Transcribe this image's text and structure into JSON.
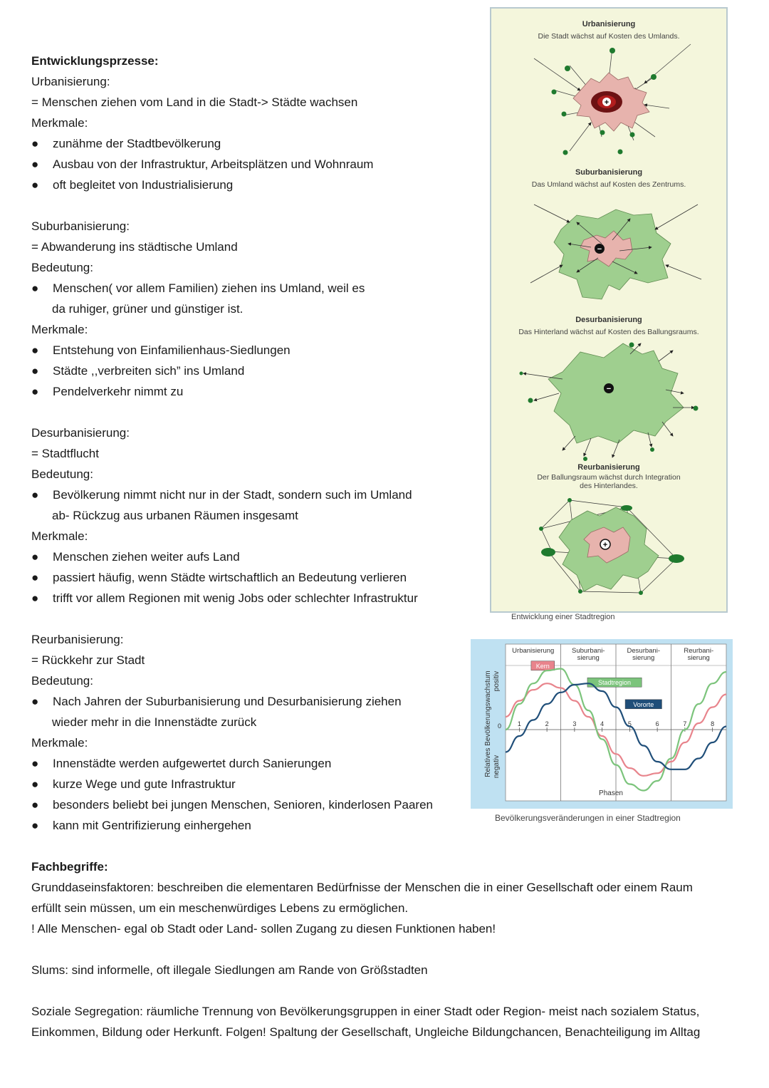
{
  "notes": {
    "heading": "Entwicklungsprzesse:",
    "urb": {
      "title": "Urbanisierung:",
      "definition": "= Menschen ziehen vom Land in die Stadt-> Städte wachsen",
      "merkmale_label": "Merkmale:",
      "merkmale": [
        "zunähme der Stadtbevölkerung",
        "Ausbau von der Infrastruktur, Arbeitsplätzen und Wohnraum",
        "oft begleitet von Industrialisierung"
      ]
    },
    "sub": {
      "title": "Suburbanisierung:",
      "definition": "= Abwanderung ins städtische Umland",
      "bedeutung_label": "Bedeutung:",
      "bedeutung_1": "Menschen( vor allem Familien) ziehen ins Umland, weil es",
      "bedeutung_2": "da ruhiger, grüner und günstiger ist.",
      "merkmale_label": "Merkmale:",
      "merkmale": [
        "Entstehung von Einfamilienhaus-Siedlungen",
        "Städte ,,verbreiten sich” ins Umland",
        "Pendelverkehr nimmt zu"
      ]
    },
    "des": {
      "title": "Desurbanisierung:",
      "definition": "= Stadtflucht",
      "bedeutung_label": "Bedeutung:",
      "bedeutung_1": "Bevölkerung nimmt nicht nur in der Stadt, sondern such im Umland",
      "bedeutung_2": "ab- Rückzug aus urbanen Räumen insgesamt",
      "merkmale_label": "Merkmale:",
      "merkmale": [
        "Menschen ziehen weiter aufs Land",
        "passiert häufig, wenn Städte wirtschaftlich an Bedeutung verlieren",
        "trifft vor allem Regionen mit wenig Jobs oder schlechter Infrastruktur"
      ]
    },
    "reu": {
      "title": "Reurbanisierung:",
      "definition": "= Rückkehr zur Stadt",
      "bedeutung_label": "Bedeutung:",
      "bedeutung_1": "Nach Jahren der Suburbanisierung und Desurbanisierung ziehen",
      "bedeutung_2": "wieder mehr in die Innenstädte zurück",
      "merkmale_label": "Merkmale:",
      "merkmale": [
        "Innenstädte werden aufgewertet durch Sanierungen",
        "kurze Wege und gute Infrastruktur",
        "besonders beliebt bei jungen Menschen, Senioren, kinderlosen Paaren",
        "kann mit Gentrifizierung einhergehen"
      ]
    },
    "fach": {
      "title": "Fachbegriffe:",
      "grund_1": "Grunddaseinsfaktoren: beschreiben die elementaren Bedürfnisse der Menschen die in einer Gesellschaft oder einem Raum",
      "grund_2": "erfüllt sein müssen, um ein meschenwürdiges Lebens zu ermöglichen.",
      "grund_3": "! Alle Menschen- egal ob Stadt oder Land- sollen Zugang zu diesen Funktionen haben!",
      "slums": "Slums: sind informelle, oft illegale Siedlungen am Rande von Größstadten",
      "seg_1": "Soziale Segregation: räumliche Trennung von Bevölkerungsgruppen in einer Stadt oder Region- meist nach sozialem Status,",
      "seg_2": "Einkommen, Bildung oder Herkunft. Folgen! Spaltung der Gesellschaft, Ungleiche Bildungchancen, Benachteiligung im Alltag"
    }
  },
  "stages_figure": {
    "stages": [
      {
        "title": "Urbanisierung",
        "subtitle": "Die Stadt wächst auf Kosten des Umlands.",
        "sign": "+"
      },
      {
        "title": "Suburbanisierung",
        "subtitle": "Das Umland wächst auf Kosten des Zentrums.",
        "sign": "−"
      },
      {
        "title": "Desurbanisierung",
        "subtitle": "Das Hinterland wächst auf Kosten des Ballungsraums.",
        "sign": "−"
      },
      {
        "title": "Reurbanisierung",
        "subtitle_1": "Der Ballungsraum wächst durch Integration",
        "subtitle_2": "des Hinterlandes.",
        "sign": "+"
      }
    ],
    "caption": "Entwicklung einer Stadtregion",
    "colors": {
      "city": "#e7b3ad",
      "umland": "#9fcf8f",
      "dot": "#1f7a2e",
      "panel": "#f4f6dc"
    }
  },
  "chart_data": {
    "type": "line",
    "x": [
      0,
      0.5,
      1,
      1.5,
      2,
      2.5,
      3,
      3.5,
      4,
      4.5,
      5,
      5.5,
      6,
      6.5,
      7,
      7.5,
      8
    ],
    "xticks": [
      "1",
      "2",
      "3",
      "4",
      "5",
      "6",
      "7",
      "8"
    ],
    "xlabel": "Phasen",
    "ylabel": "Relatives Bevölkerungswachstum",
    "y_positive_label": "positiv",
    "y_negative_label": "negativ",
    "y_zero_label": "0",
    "xlim": [
      0,
      8
    ],
    "ylim": [
      -1,
      1
    ],
    "phases": [
      "Urbanisierung",
      "Suburbani-\nsierung",
      "Desurbani-\nsierung",
      "Reurbani-\nsierung"
    ],
    "series": [
      {
        "name": "Kern",
        "color": "#e8848c",
        "values": [
          0.2,
          0.45,
          0.62,
          0.72,
          0.65,
          0.45,
          0.2,
          -0.1,
          -0.38,
          -0.6,
          -0.72,
          -0.68,
          -0.5,
          -0.2,
          0.1,
          0.35,
          0.55
        ]
      },
      {
        "name": "Stadtregion",
        "color": "#7cc47c",
        "values": [
          0.0,
          0.4,
          0.72,
          0.92,
          0.95,
          0.7,
          0.3,
          -0.15,
          -0.55,
          -0.85,
          -0.95,
          -0.8,
          -0.45,
          0.0,
          0.4,
          0.72,
          0.9
        ]
      },
      {
        "name": "Vororte",
        "color": "#1f4e79",
        "values": [
          -0.35,
          -0.1,
          0.15,
          0.4,
          0.58,
          0.7,
          0.72,
          0.6,
          0.35,
          0.05,
          -0.25,
          -0.5,
          -0.62,
          -0.62,
          -0.45,
          -0.2,
          0.05
        ]
      }
    ],
    "caption": "Bevölkerungsveränderungen in einer Stadtregion"
  }
}
